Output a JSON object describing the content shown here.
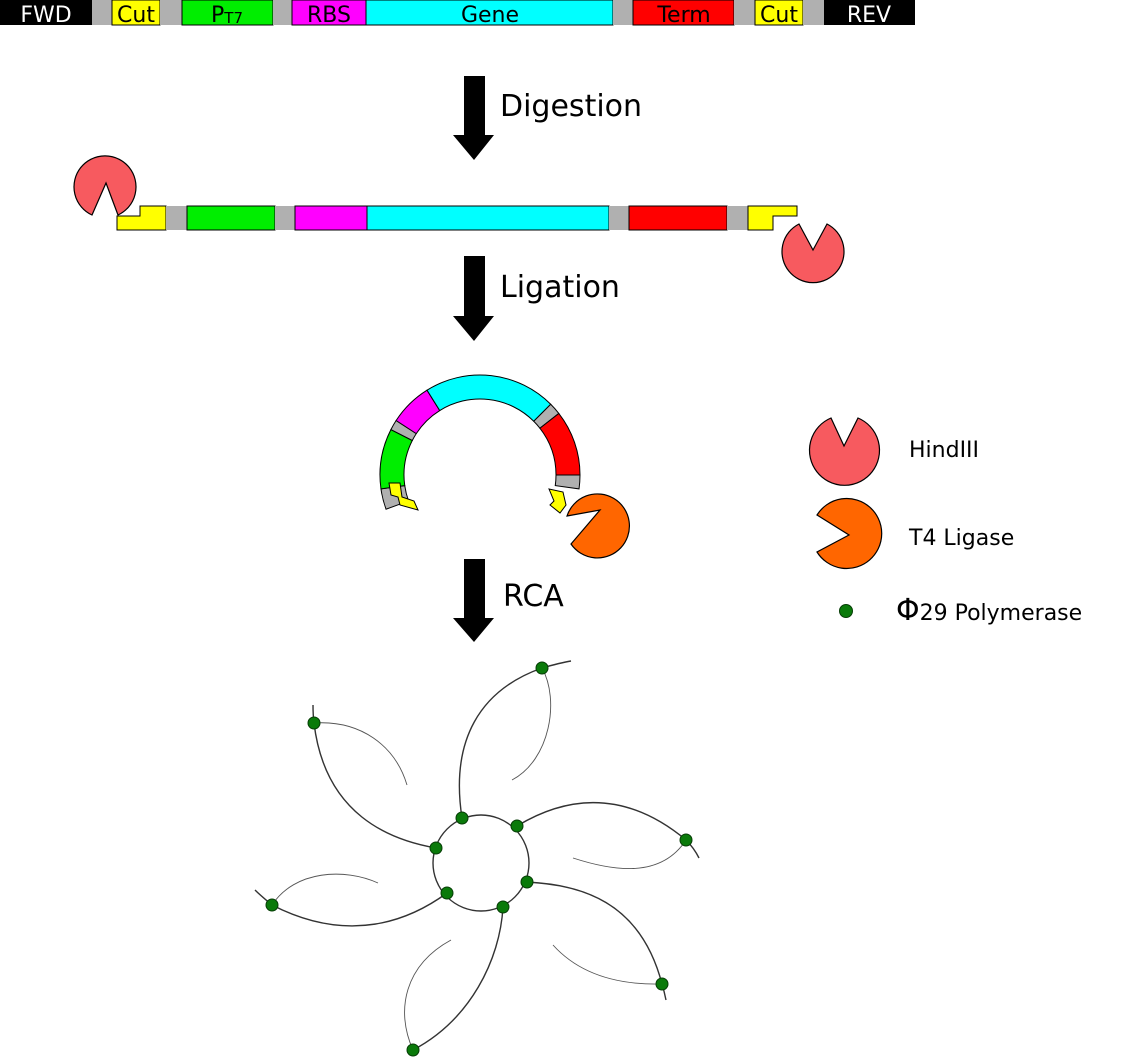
{
  "construct": {
    "segments": [
      {
        "name": "fwd",
        "label": "FWD",
        "color": "#000000",
        "text_color": "#ffffff"
      },
      {
        "name": "spacer",
        "label": "",
        "color": "#b0b0b0"
      },
      {
        "name": "cut",
        "label": "Cut",
        "color": "#ffff00",
        "text_color": "#000000"
      },
      {
        "name": "spacer",
        "label": "",
        "color": "#b0b0b0"
      },
      {
        "name": "pt7",
        "label": "P",
        "sub": "T7",
        "color": "#00ee00",
        "text_color": "#000000"
      },
      {
        "name": "spacer",
        "label": "",
        "color": "#b0b0b0"
      },
      {
        "name": "rbs",
        "label": "RBS",
        "color": "#ff00ff",
        "text_color": "#000000"
      },
      {
        "name": "gene",
        "label": "Gene",
        "color": "#00ffff",
        "text_color": "#000000"
      },
      {
        "name": "spacer",
        "label": "",
        "color": "#b0b0b0"
      },
      {
        "name": "term",
        "label": "Term",
        "color": "#ff0000",
        "text_color": "#000000"
      },
      {
        "name": "spacer",
        "label": "",
        "color": "#b0b0b0"
      },
      {
        "name": "cut",
        "label": "Cut",
        "color": "#ffff00",
        "text_color": "#000000"
      },
      {
        "name": "spacer",
        "label": "",
        "color": "#b0b0b0"
      },
      {
        "name": "rev",
        "label": "REV",
        "color": "#000000",
        "text_color": "#ffffff"
      }
    ]
  },
  "steps": {
    "digestion": "Digestion",
    "ligation": "Ligation",
    "rca": "RCA"
  },
  "legend": {
    "hindiii": "HindIII",
    "t4_ligase": "T4 Ligase",
    "phi_symbol": "Φ",
    "phi29_text": "29 Polymerase"
  },
  "colors": {
    "hindiii": "#f75a5f",
    "t4_ligase": "#ff6600",
    "polymerase": "#0a7a0a",
    "spacer": "#b0b0b0",
    "cut": "#ffff00",
    "pt7": "#00ee00",
    "rbs": "#ff00ff",
    "gene": "#00ffff",
    "term": "#ff0000"
  }
}
